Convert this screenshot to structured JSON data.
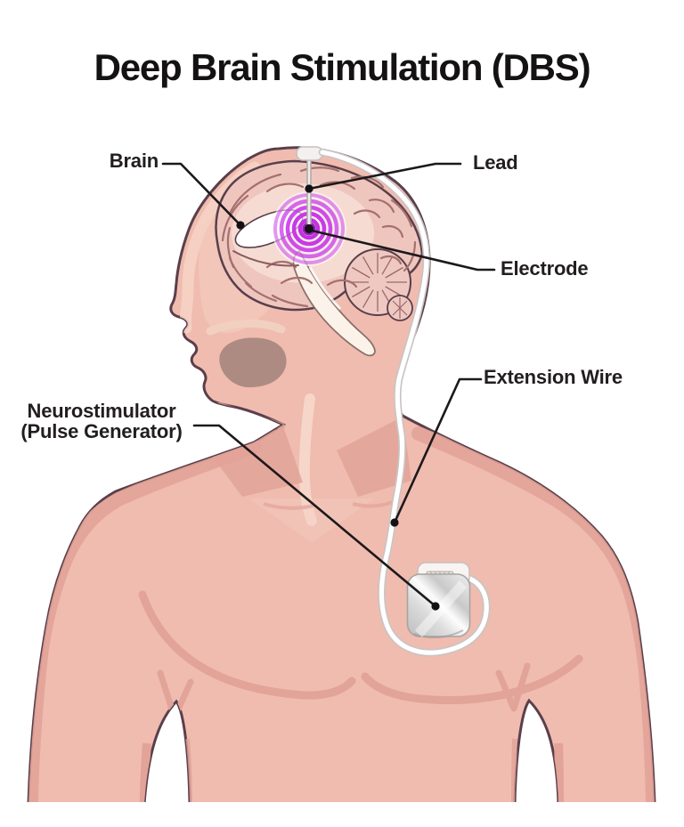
{
  "title": "Deep Brain Stimulation (DBS)",
  "labels": {
    "brain": "Brain",
    "lead": "Lead",
    "electrode": "Electrode",
    "extension_wire": "Extension Wire",
    "neurostimulator_line1": "Neurostimulator",
    "neurostimulator_line2": "(Pulse Generator)"
  },
  "colors": {
    "background": "#ffffff",
    "skin": "#F0BCAF",
    "skin_shadow": "#E2A398",
    "skin_highlight": "#F6D5C8",
    "body_outline": "#5A3F4B",
    "brain_cortex": "#EFC6BE",
    "brain_inner": "#F7DED6",
    "gyri_line": "#A5706E",
    "mouth_cavity": "#AE8B82",
    "stimulation_ring": "#C52FE5",
    "stimulation_core": "#9121B5",
    "wire_white": "#FFFFFF",
    "wire_edge": "#C9C4C4",
    "device_silver": "#D8D8D8",
    "pointer_black": "#1C191B",
    "label_text": "#221E1F"
  }
}
